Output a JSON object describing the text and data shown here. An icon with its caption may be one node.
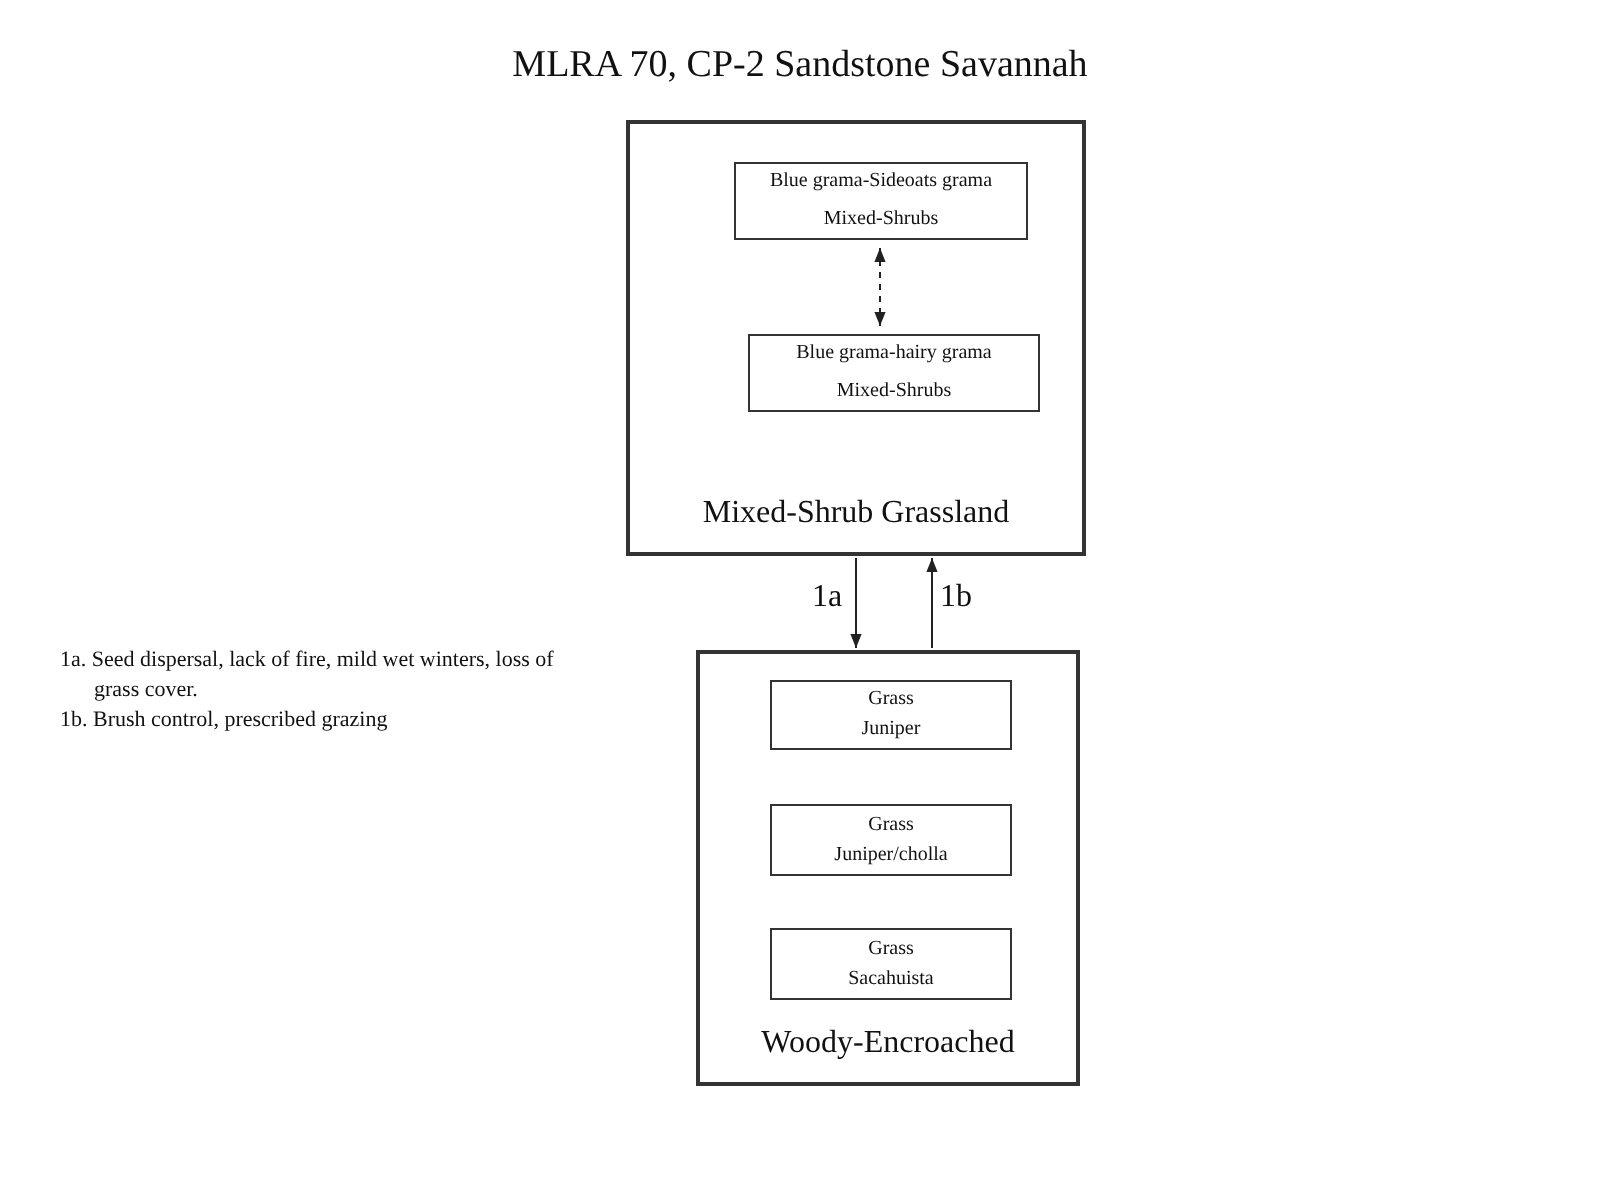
{
  "diagram": {
    "title": "MLRA 70, CP-2 Sandstone Savannah",
    "nodes": [
      {
        "text": [
          "Mixed-Shrub Grassland"
        ]
      },
      {
        "text": [
          "Blue grama-Sideoats grama",
          "Mixed-Shrubs"
        ],
        "in": 0
      },
      {
        "text": [
          "Blue grama-hairy grama",
          "Mixed-Shrubs"
        ],
        "in": 0
      },
      {
        "text": [
          "Woody-Encroached"
        ]
      },
      {
        "text": [
          "Grass",
          "Juniper"
        ],
        "in": 3
      },
      {
        "text": [
          "Grass",
          "Juniper/cholla"
        ],
        "in": 3
      },
      {
        "text": [
          "Grass",
          "Sacahuista"
        ],
        "in": 3
      }
    ],
    "edges": [
      {
        "from": 1,
        "to": 2,
        "arrow": "both",
        "style": "dashed"
      },
      {
        "from": 0,
        "to": 3,
        "arrow": "to",
        "label": "1a"
      },
      {
        "from": 3,
        "to": 0,
        "arrow": "to",
        "label": "1b"
      }
    ],
    "labels": [
      "1a. Seed dispersal, lack of fire, mild wet winters, loss of grass cover.",
      "1b. Brush control, prescribed grazing"
    ]
  }
}
